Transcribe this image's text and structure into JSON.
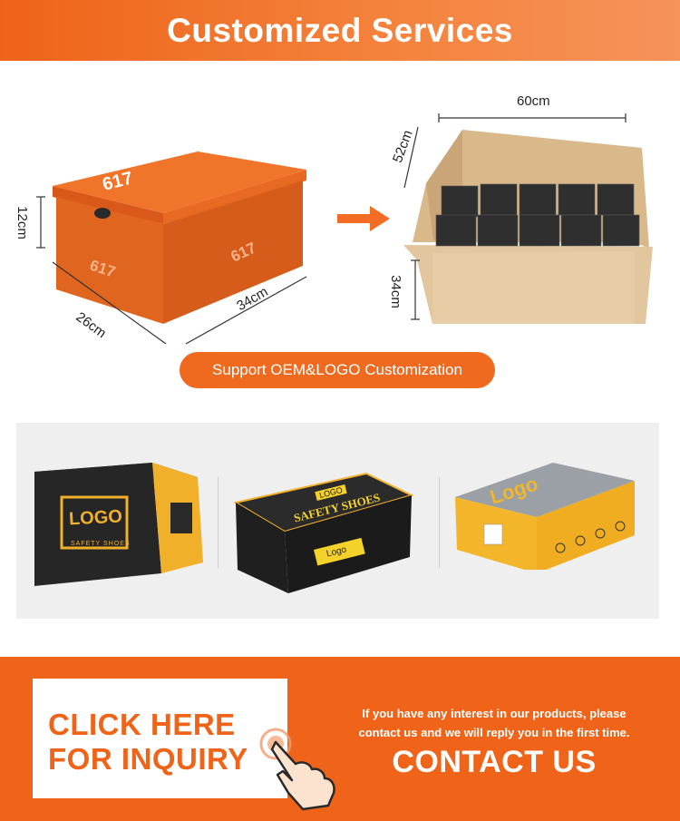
{
  "header": {
    "title": "Customized Services"
  },
  "dimensions": {
    "shoe_box": {
      "height": "12cm",
      "width": "26cm",
      "length": "34cm"
    },
    "carton": {
      "width": "60cm",
      "depth": "52cm",
      "height": "34cm"
    }
  },
  "oem": {
    "label": "Support OEM&LOGO Customization"
  },
  "gallery": {
    "box1": {
      "logo": "LOGO",
      "subtitle": "SAFETY SHOES"
    },
    "box2": {
      "logo": "LOGO",
      "title": "SAFETY SHOES",
      "badge": "Logo"
    },
    "box3": {
      "logo": "Logo"
    }
  },
  "footer": {
    "cta_line1": "CLICK HERE",
    "cta_line2": "FOR INQUIRY",
    "info_line1": "If you have any interest in our products, please",
    "info_line2": "contact us and we will reply you in the first time.",
    "contact": "CONTACT US"
  },
  "colors": {
    "brand": "#ef6419",
    "accent_yellow": "#f4b82a",
    "dark": "#1f1f1f"
  }
}
